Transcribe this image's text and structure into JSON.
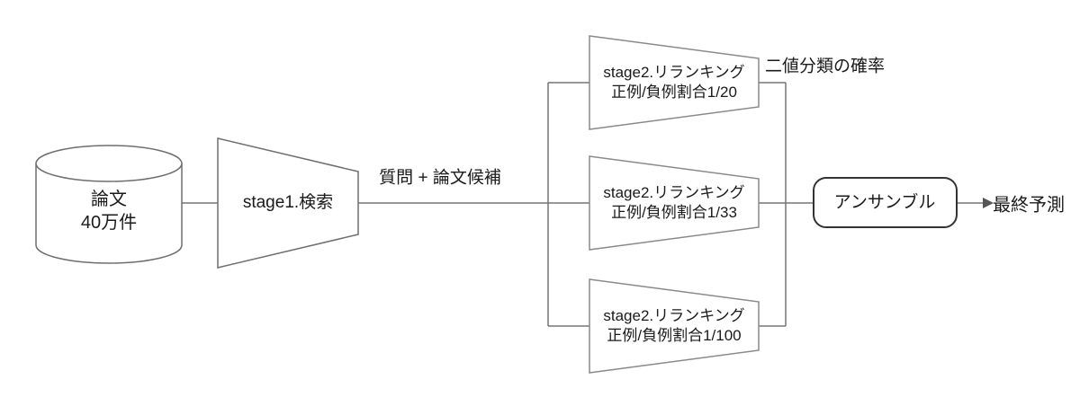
{
  "diagram": {
    "database": {
      "line1": "論文",
      "line2": "40万件"
    },
    "stage1": {
      "label": "stage1.検索"
    },
    "edge_label": "質問 + 論文候補",
    "rerankers": [
      {
        "line1": "stage2.リランキング",
        "line2": "正例/負例割合1/20"
      },
      {
        "line1": "stage2.リランキング",
        "line2": "正例/負例割合1/33"
      },
      {
        "line1": "stage2.リランキング",
        "line2": "正例/負例割合1/100"
      }
    ],
    "probability_label": "二値分類の確率",
    "ensemble": {
      "label": "アンサンブル"
    },
    "output_label": "最終予測",
    "colors": {
      "background": "#ffffff",
      "connector_stroke": "#757575",
      "shape_stroke": "#6e6e6e",
      "ensemble_border": "#333333",
      "arrow_head": "#555555",
      "text": "#1a1a1a"
    }
  }
}
